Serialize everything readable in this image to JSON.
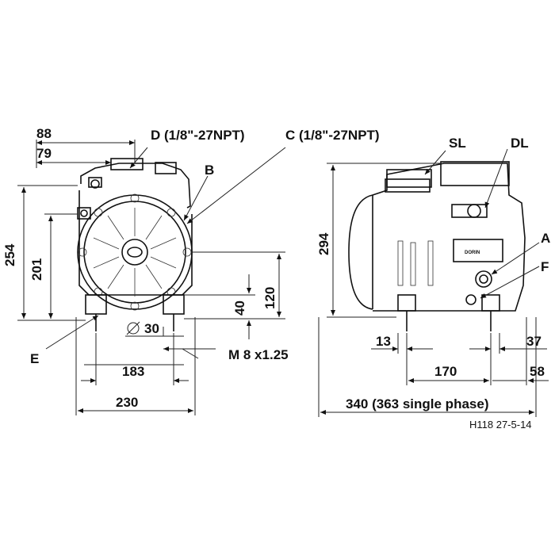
{
  "diagram": {
    "callouts": {
      "d": "D (1/8\"-27NPT)",
      "c": "C (1/8\"-27NPT)",
      "b": "B",
      "e": "E",
      "sl": "SL",
      "dl": "DL",
      "a": "A",
      "f": "F"
    },
    "front_view": {
      "dim_88": "88",
      "dim_79": "79",
      "dim_254": "254",
      "dim_201": "201",
      "dim_120": "120",
      "dim_40": "40",
      "dim_30": "30",
      "thread": "M 8 x1.25",
      "dim_183": "183",
      "dim_230": "230"
    },
    "side_view": {
      "dim_294": "294",
      "dim_13": "13",
      "dim_37": "37",
      "dim_170": "170",
      "dim_58": "58",
      "dim_340": "340 (363 single phase)"
    },
    "brand": "DORIN",
    "drawing_code": "H118 27-5-14"
  }
}
